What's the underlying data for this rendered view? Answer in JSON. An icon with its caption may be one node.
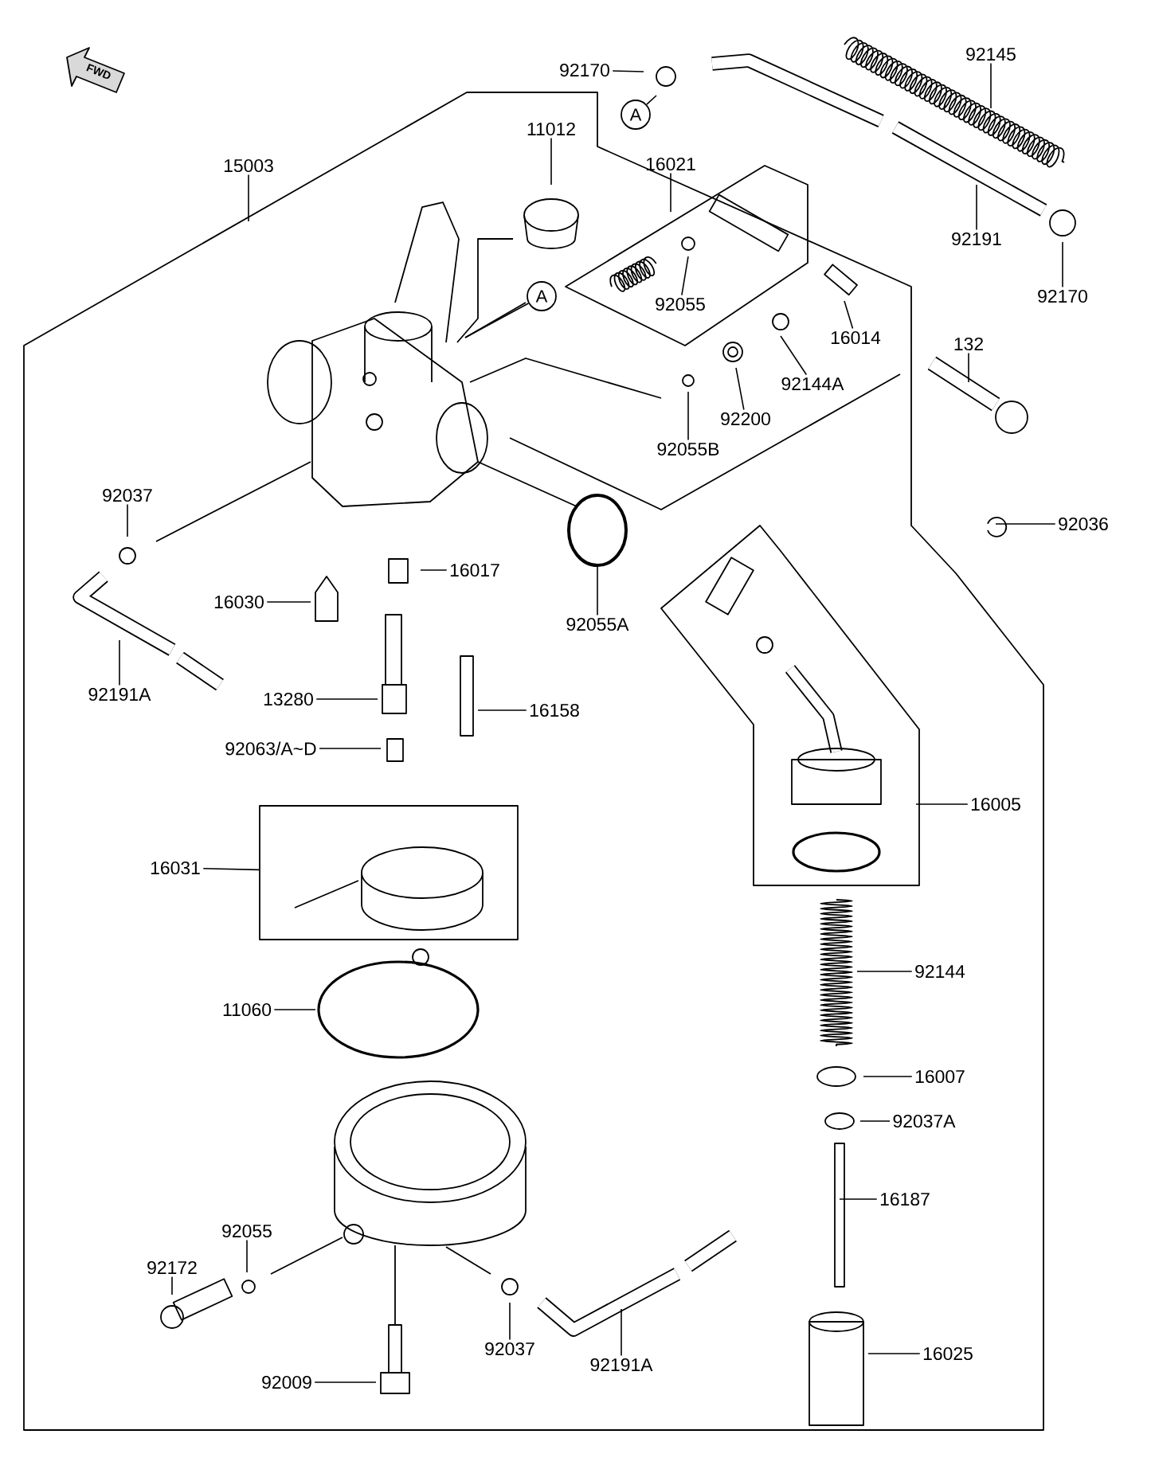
{
  "diagram": {
    "nodes": [
      {
        "text": [
          "92170"
        ]
      },
      {
        "text": [
          "92145"
        ]
      },
      {
        "text": [
          "11012"
        ]
      },
      {
        "text": [
          "15003"
        ]
      },
      {
        "text": [
          "16021"
        ]
      },
      {
        "text": [
          "92191"
        ]
      },
      {
        "text": [
          "92170"
        ]
      },
      {
        "text": [
          "92055"
        ]
      },
      {
        "text": [
          "16014"
        ]
      },
      {
        "text": [
          "132"
        ]
      },
      {
        "text": [
          "92144A"
        ]
      },
      {
        "text": [
          "92200"
        ]
      },
      {
        "text": [
          "92055B"
        ]
      },
      {
        "text": [
          "92037"
        ]
      },
      {
        "text": [
          "92036"
        ]
      },
      {
        "text": [
          "16017"
        ]
      },
      {
        "text": [
          "16030"
        ]
      },
      {
        "text": [
          "92055A"
        ]
      },
      {
        "text": [
          "92191A"
        ]
      },
      {
        "text": [
          "13280"
        ]
      },
      {
        "text": [
          "16158"
        ]
      },
      {
        "text": [
          "92063/A~D"
        ]
      },
      {
        "text": [
          "16005"
        ]
      },
      {
        "text": [
          "16031"
        ]
      },
      {
        "text": [
          "92144"
        ]
      },
      {
        "text": [
          "11060"
        ]
      },
      {
        "text": [
          "16007"
        ]
      },
      {
        "text": [
          "92037A"
        ]
      },
      {
        "text": [
          "16187"
        ]
      },
      {
        "text": [
          "92055"
        ]
      },
      {
        "text": [
          "92172"
        ]
      },
      {
        "text": [
          "92037"
        ]
      },
      {
        "text": [
          "92191A"
        ]
      },
      {
        "text": [
          "16025"
        ]
      },
      {
        "text": [
          "92009"
        ]
      },
      {
        "text": [
          "A"
        ]
      },
      {
        "text": [
          "A"
        ]
      },
      {
        "text": [],
        "shape": "box"
      }
    ],
    "edges": [
      {
        "from": 0,
        "to": null,
        "arrow": "none"
      },
      {
        "from": 1,
        "to": null,
        "arrow": "none"
      },
      {
        "from": 2,
        "to": null,
        "arrow": "none"
      },
      {
        "from": 3,
        "to": null,
        "arrow": "none"
      },
      {
        "from": 4,
        "to": null,
        "arrow": "none"
      },
      {
        "from": 5,
        "to": null,
        "arrow": "none"
      },
      {
        "from": 6,
        "to": null,
        "arrow": "none"
      },
      {
        "from": 7,
        "to": null,
        "arrow": "none"
      },
      {
        "from": 8,
        "to": null,
        "arrow": "none"
      },
      {
        "from": 9,
        "to": null,
        "arrow": "none"
      },
      {
        "from": 10,
        "to": null,
        "arrow": "none"
      },
      {
        "from": 11,
        "to": null,
        "arrow": "none"
      },
      {
        "from": 12,
        "to": null,
        "arrow": "none"
      },
      {
        "from": 13,
        "to": null,
        "arrow": "none"
      },
      {
        "from": 14,
        "to": null,
        "arrow": "none"
      },
      {
        "from": 15,
        "to": null,
        "arrow": "none"
      },
      {
        "from": 16,
        "to": null,
        "arrow": "none"
      },
      {
        "from": 17,
        "to": null,
        "arrow": "none"
      },
      {
        "from": 18,
        "to": null,
        "arrow": "none"
      },
      {
        "from": 19,
        "to": null,
        "arrow": "none"
      },
      {
        "from": 20,
        "to": null,
        "arrow": "none"
      },
      {
        "from": 21,
        "to": null,
        "arrow": "none"
      },
      {
        "from": 22,
        "to": null,
        "arrow": "none"
      },
      {
        "from": 23,
        "to": 37,
        "arrow": "none"
      },
      {
        "from": 24,
        "to": null,
        "arrow": "none"
      },
      {
        "from": 25,
        "to": null,
        "arrow": "none"
      },
      {
        "from": 26,
        "to": null,
        "arrow": "none"
      },
      {
        "from": 27,
        "to": null,
        "arrow": "none"
      },
      {
        "from": 28,
        "to": null,
        "arrow": "none"
      },
      {
        "from": 29,
        "to": null,
        "arrow": "none"
      },
      {
        "from": 30,
        "to": null,
        "arrow": "none"
      },
      {
        "from": 31,
        "to": null,
        "arrow": "none"
      },
      {
        "from": 32,
        "to": null,
        "arrow": "none"
      },
      {
        "from": 33,
        "to": null,
        "arrow": "none"
      },
      {
        "from": 34,
        "to": null,
        "arrow": "none"
      },
      {
        "from": 35,
        "to": null,
        "arrow": "none"
      },
      {
        "from": 36,
        "to": null,
        "arrow": "none"
      }
    ],
    "labels": [
      "FWD"
    ]
  }
}
